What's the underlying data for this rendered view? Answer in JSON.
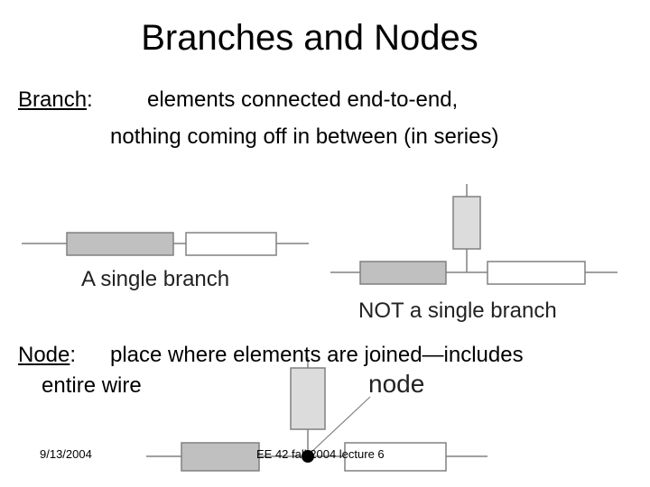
{
  "slide": {
    "title": "Branches and Nodes",
    "branch_term": "Branch",
    "colon": ":",
    "branch_def_line1": "elements connected end-to-end,",
    "branch_def_line2": "nothing coming off in between (in series)",
    "label_single": "A single branch",
    "label_not_single": "NOT a single branch",
    "node_term": "Node",
    "node_def_line1": "place where elements are joined—includes",
    "node_def_line2": "entire wire",
    "node_label": "node"
  },
  "footer": {
    "date": "9/13/2004",
    "course": "EE 42 fall 2004 lecture 6"
  },
  "colors": {
    "wire": "#808080",
    "resistor_dark": "#c0c0c0",
    "resistor_light_fill": "#ffffff",
    "resistor_vertical": "#dcdcdc",
    "node_dot": "#000000"
  }
}
